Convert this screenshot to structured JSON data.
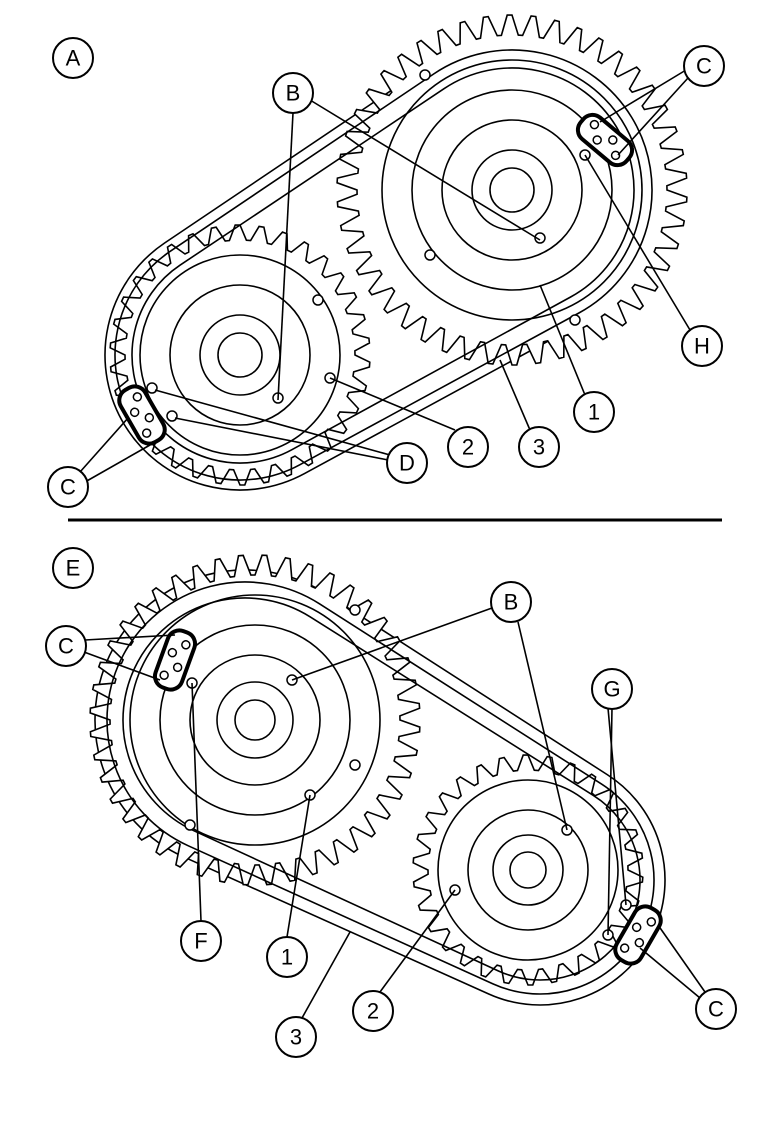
{
  "panels": [
    {
      "id": "A",
      "labels": [
        "A",
        "B",
        "C",
        "H",
        "1",
        "3",
        "2",
        "D",
        "C"
      ]
    },
    {
      "id": "E",
      "labels": [
        "E",
        "B",
        "C",
        "G",
        "F",
        "1",
        "2",
        "3",
        "C"
      ]
    }
  ]
}
